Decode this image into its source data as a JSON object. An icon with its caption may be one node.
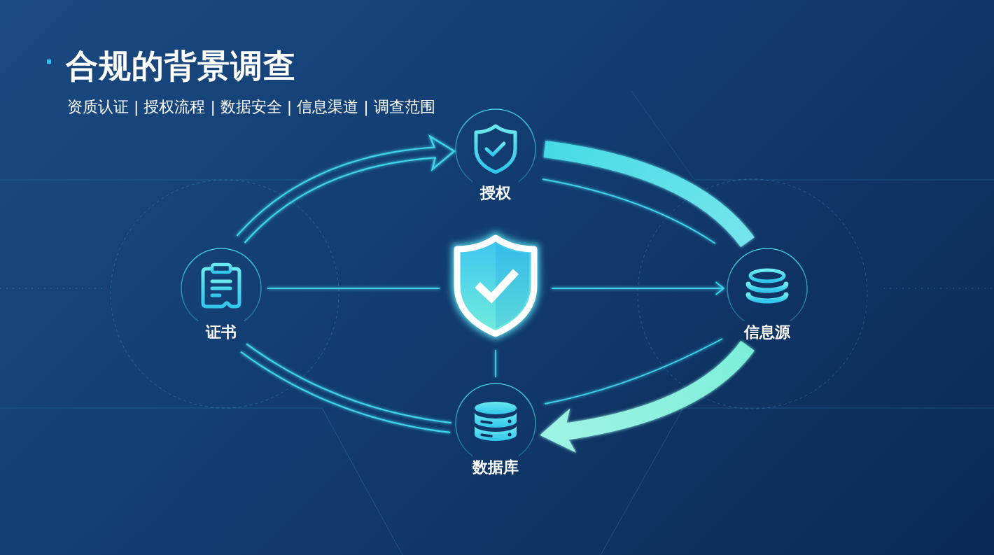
{
  "diagram": {
    "title": "合规的背景调查",
    "nodes": [
      {
        "text": [
          "授权"
        ]
      },
      {
        "text": [
          "证书"
        ]
      },
      {
        "text": [],
        "shape": "picture"
      },
      {
        "text": [
          "信息源"
        ]
      },
      {
        "text": [
          "数据库"
        ]
      }
    ],
    "edges": [
      {
        "from": 1,
        "to": 0,
        "arrow": "to"
      },
      {
        "from": 0,
        "to": 3,
        "arrow": "none",
        "style": "thick",
        "color": "#45dbe6"
      },
      {
        "from": 0,
        "to": 3,
        "arrow": "none"
      },
      {
        "from": 1,
        "to": 2,
        "arrow": "none"
      },
      {
        "from": 2,
        "to": 3,
        "arrow": "to"
      },
      {
        "from": 2,
        "to": 4,
        "arrow": "none"
      },
      {
        "from": 3,
        "to": 4,
        "arrow": "to",
        "style": "thick",
        "color": "#7cefd9"
      },
      {
        "from": 3,
        "to": 4,
        "arrow": "none"
      },
      {
        "from": 1,
        "to": 4,
        "arrow": "none"
      }
    ],
    "labels": [
      "资质认证 | 授权流程 | 数据安全 | 信息渠道 | 调查范围"
    ]
  }
}
